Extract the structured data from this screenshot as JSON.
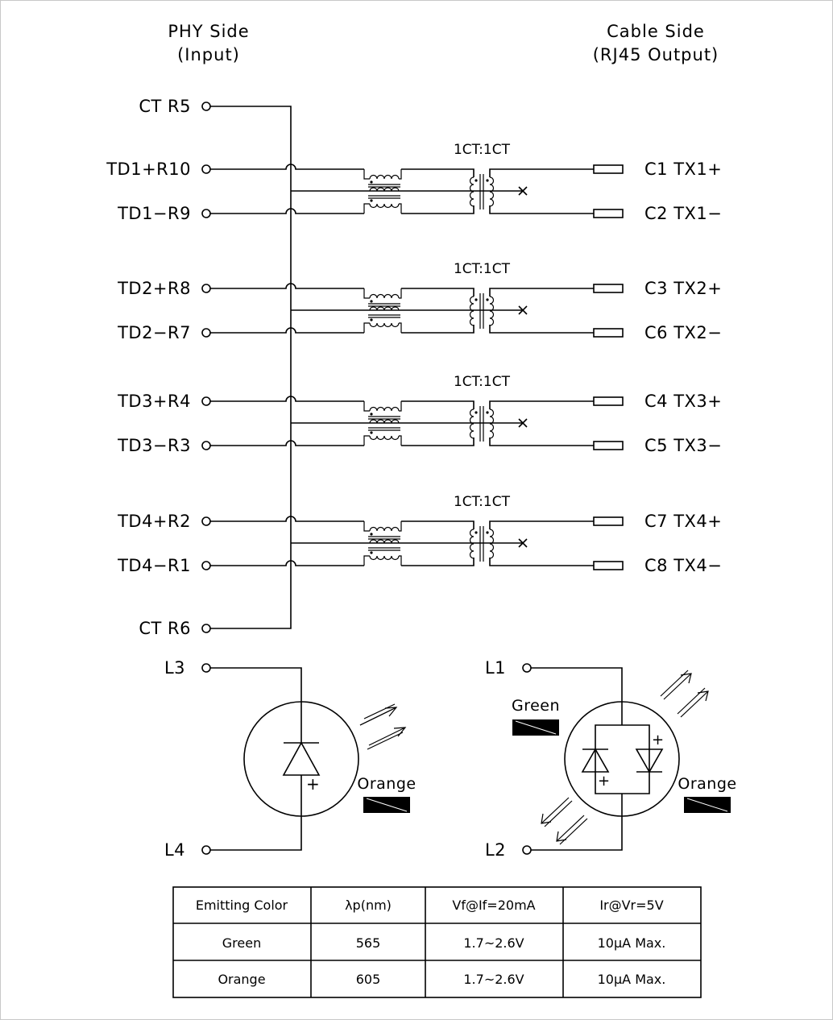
{
  "headers": {
    "phy_line1": "PHY Side",
    "phy_line2": "(Input)",
    "cable_line1": "Cable Side",
    "cable_line2": "(RJ45 Output)"
  },
  "ct_top": "CT R5",
  "ct_bottom": "CT R6",
  "channels": [
    {
      "ratio": "1CT:1CT",
      "in_plus": "TD1+R10",
      "in_minus": "TD1−R9",
      "out_plus": "C1  TX1+",
      "out_minus": "C2  TX1−"
    },
    {
      "ratio": "1CT:1CT",
      "in_plus": "TD2+R8",
      "in_minus": "TD2−R7",
      "out_plus": "C3  TX2+",
      "out_minus": "C6  TX2−"
    },
    {
      "ratio": "1CT:1CT",
      "in_plus": "TD3+R4",
      "in_minus": "TD3−R3",
      "out_plus": "C4  TX3+",
      "out_minus": "C5  TX3−"
    },
    {
      "ratio": "1CT:1CT",
      "in_plus": "TD4+R2",
      "in_minus": "TD4−R1",
      "out_plus": "C7  TX4+",
      "out_minus": "C8  TX4−"
    }
  ],
  "led_left": {
    "top_pin": "L3",
    "bottom_pin": "L4",
    "color_label": "Orange",
    "polarity": "+"
  },
  "led_right": {
    "top_pin": "L1",
    "bottom_pin": "L2",
    "color_label_1": "Green",
    "color_label_2": "Orange",
    "polarity_1": "+",
    "polarity_2": "+"
  },
  "spec_table": {
    "headers": [
      "Emitting Color",
      "λp(nm)",
      "Vf@If=20mA",
      "Ir@Vr=5V"
    ],
    "rows": [
      [
        "Green",
        "565",
        "1.7~2.6V",
        "10μA  Max."
      ],
      [
        "Orange",
        "605",
        "1.7~2.6V",
        "10μA  Max."
      ]
    ]
  },
  "colors": {
    "line": "#000000",
    "border": "#c8c8c8",
    "background": "#ffffff"
  }
}
